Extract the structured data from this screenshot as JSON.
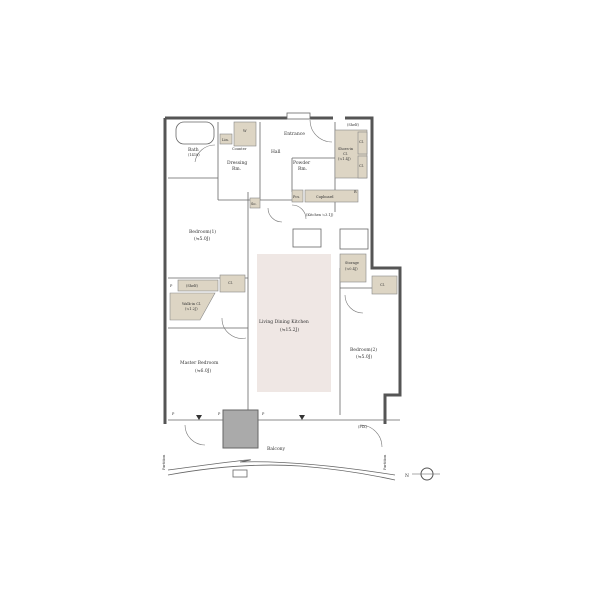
{
  "rooms": {
    "bath": {
      "name": "Bath",
      "size": "(1418)"
    },
    "linen": "Lin.",
    "washer": "W",
    "counter": "Counter",
    "dressing": {
      "name": "Dressing",
      "name2": "Rm."
    },
    "entrance": "Entrance",
    "hall": "Hall",
    "powder": {
      "name": "Powder",
      "name2": "Rm."
    },
    "shelf_top": "(Shelf)",
    "shoes": {
      "name": "Shoes-in",
      "name2": "Cl.",
      "size": "(≒1.4J)"
    },
    "shoes_cl1": "Cl.",
    "shoes_cl2": "Cl.",
    "pcs": "Pcs.",
    "cupboard": "Cupboard",
    "refrigerator": "R",
    "so": "So.",
    "kitchen": "(Kitchen ≒3.1J)",
    "bedroom1": {
      "name": "Bedroom(1)",
      "size": "(≒5.0J)"
    },
    "storage": {
      "name": "Storage",
      "size": "(≒0.4J)"
    },
    "bedroom2_cl": "Cl.",
    "wic_shelf": "(Shelf)",
    "wic_p": "P",
    "bedroom1_cl": "Cl.",
    "wic": {
      "name": "Walk-in Cl.",
      "size": "(≒1.2J)"
    },
    "ldk": {
      "name": "Living Dining Kitchen",
      "size": "(≒15.2J)"
    },
    "master": {
      "name": "Master Bedroom",
      "size": "(≒6.0J)"
    },
    "bedroom2": {
      "name": "Bedroom(2)",
      "size": "(≒5.0J)"
    },
    "p1": "P",
    "p2": "P",
    "p3": "P",
    "fix": "(FIX)",
    "balcony": "Balcony",
    "partition_left": "Partition",
    "partition_right": "Partition"
  },
  "compass": {
    "label": "N"
  },
  "colors": {
    "ldk_floor": "#efe7e4",
    "fixture": "#ddd5c4",
    "outdoor_unit": "#aaaaaa"
  }
}
